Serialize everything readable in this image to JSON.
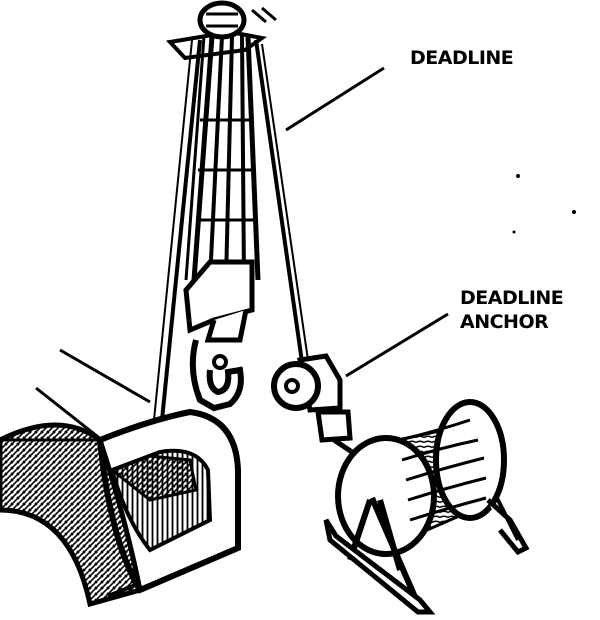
{
  "labels": {
    "deadline": "DEADLINE",
    "deadline_anchor_line1": "DEADLINE",
    "deadline_anchor_line2": "ANCHOR"
  },
  "colors": {
    "ink": "#000000",
    "paper": "#ffffff"
  }
}
